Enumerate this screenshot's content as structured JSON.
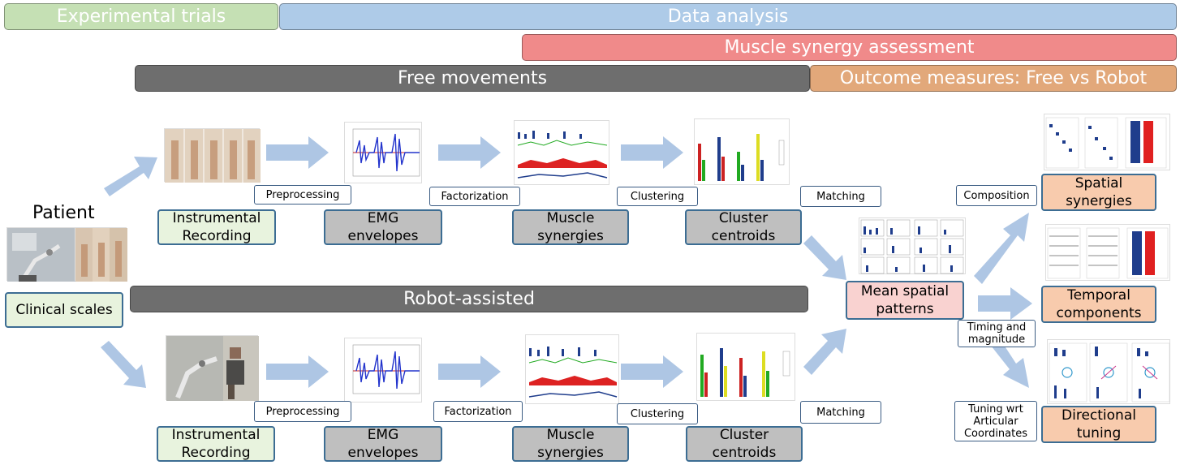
{
  "banners": {
    "experimental": "Experimental trials",
    "data_analysis": "Data analysis",
    "synergy": "Muscle synergy assessment",
    "free": "Free movements",
    "outcome": "Outcome measures: Free vs Robot",
    "robot": "Robot-assisted"
  },
  "colors": {
    "experimental": "#c5e0b4",
    "data_analysis": "#aecbe8",
    "synergy": "#f08a8a",
    "free": "#6e6e6e",
    "outcome": "#e2a87a",
    "robot": "#6e6e6e",
    "arrow": "#aec6e4",
    "bar_blue": "#1f3d8c",
    "bar_red": "#e02020"
  },
  "patient": {
    "title": "Patient",
    "clinical": "Clinical scales"
  },
  "free_row": {
    "stages": [
      "Instrumental\nRecording",
      "EMG\nenvelopes",
      "Muscle\nsynergies",
      "Cluster\ncentroids"
    ],
    "steps": [
      "Preprocessing",
      "Factorization",
      "Clustering",
      "Matching"
    ]
  },
  "robot_row": {
    "stages": [
      "Instrumental\nRecording",
      "EMG\nenvelopes",
      "Muscle\nsynergies",
      "Cluster\ncentroids"
    ],
    "steps": [
      "Preprocessing",
      "Factorization",
      "Clustering",
      "Matching"
    ]
  },
  "mean_patterns": "Mean spatial\npatterns",
  "outcomes": {
    "spatial": "Spatial\nsynergies",
    "temporal": "Temporal\ncomponents",
    "directional": "Directional\ntuning"
  },
  "outcome_steps": {
    "composition": "Composition",
    "timing": "Timing and\nmagnitude",
    "tuning": "Tuning wrt\nArticular\nCoordinates"
  },
  "icons": [
    "photo-strip-icon",
    "robot-photo-icon",
    "emg-plot-icon",
    "synergy-plot-icon",
    "cluster-bar-icon",
    "pattern-grid-icon"
  ]
}
